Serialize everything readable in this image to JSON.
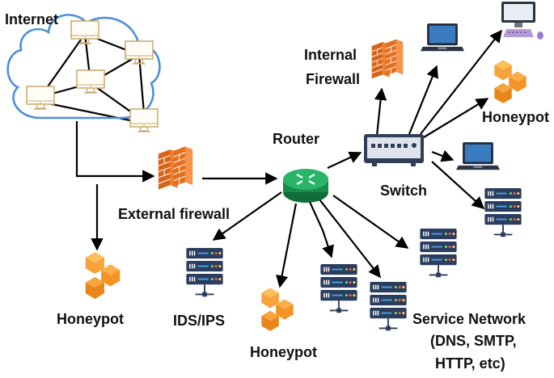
{
  "labels": {
    "internet": "Internet",
    "internal_firewall_line1": "Internal",
    "internal_firewall_line2": "Firewall",
    "honeypot_top_right": "Honeypot",
    "router": "Router",
    "switch": "Switch",
    "external_firewall": "External firewall",
    "honeypot_left": "Honeypot",
    "ids_ips": "IDS/IPS",
    "honeypot_bottom": "Honeypot",
    "service_network_line1": "Service Network",
    "service_network_line2": "(DNS, SMTP,",
    "service_network_line3": "HTTP, etc)"
  },
  "colors": {
    "cloud_outline": "#4a90d9",
    "terminal_outline": "#c9a96b",
    "firewall": "#f07f2a",
    "router": "#1e9e55",
    "switch_body": "#2f3d56",
    "server_unit": "#2b3d5e",
    "honeypot": "#f39324",
    "arrow": "#000000"
  },
  "icons": [
    "cloud-icon",
    "terminal-icon",
    "firewall-icon",
    "router-icon",
    "switch-icon",
    "laptop-icon",
    "desktop-computer-icon",
    "server-rack-icon",
    "honeypot-icon"
  ]
}
